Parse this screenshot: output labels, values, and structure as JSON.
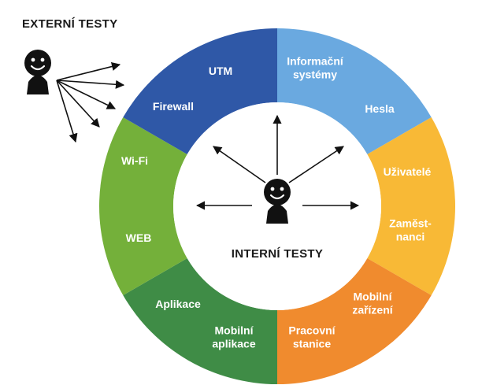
{
  "external": {
    "title": "EXTERNÍ TESTY",
    "icon": "person-icon"
  },
  "internal": {
    "title": "INTERNÍ TESTY",
    "icon": "person-icon"
  },
  "ring": {
    "segments": [
      {
        "id": "systems",
        "color": "#6AA9E0",
        "labels": [
          {
            "name": "label-informacni-systemy",
            "lines": [
              "Informační",
              "systémy"
            ]
          },
          {
            "name": "label-hesla",
            "lines": [
              "Hesla"
            ]
          }
        ]
      },
      {
        "id": "users",
        "color": "#F8B936",
        "labels": [
          {
            "name": "label-uzivatele",
            "lines": [
              "Uživatelé"
            ]
          },
          {
            "name": "label-zamestnanci",
            "lines": [
              "Zaměst-",
              "nanci"
            ]
          }
        ]
      },
      {
        "id": "devices",
        "color": "#F08B2E",
        "labels": [
          {
            "name": "label-mobilni-zarizeni",
            "lines": [
              "Mobilní",
              "zařízení"
            ]
          },
          {
            "name": "label-pracovni-stanice",
            "lines": [
              "Pracovní",
              "stanice"
            ]
          }
        ]
      },
      {
        "id": "apps",
        "color": "#3F8C46",
        "labels": [
          {
            "name": "label-mobilni-aplikace",
            "lines": [
              "Mobilní",
              "aplikace"
            ]
          },
          {
            "name": "label-aplikace",
            "lines": [
              "Aplikace"
            ]
          }
        ]
      },
      {
        "id": "web",
        "color": "#74B03A",
        "labels": [
          {
            "name": "label-web",
            "lines": [
              "WEB"
            ]
          }
        ]
      },
      {
        "id": "network",
        "color": "#2F58A7",
        "labels": [
          {
            "name": "label-wi-fi",
            "lines": [
              "Wi-Fi"
            ]
          },
          {
            "name": "label-firewall",
            "lines": [
              "Firewall"
            ]
          },
          {
            "name": "label-utm",
            "lines": [
              "UTM"
            ]
          }
        ]
      }
    ]
  }
}
